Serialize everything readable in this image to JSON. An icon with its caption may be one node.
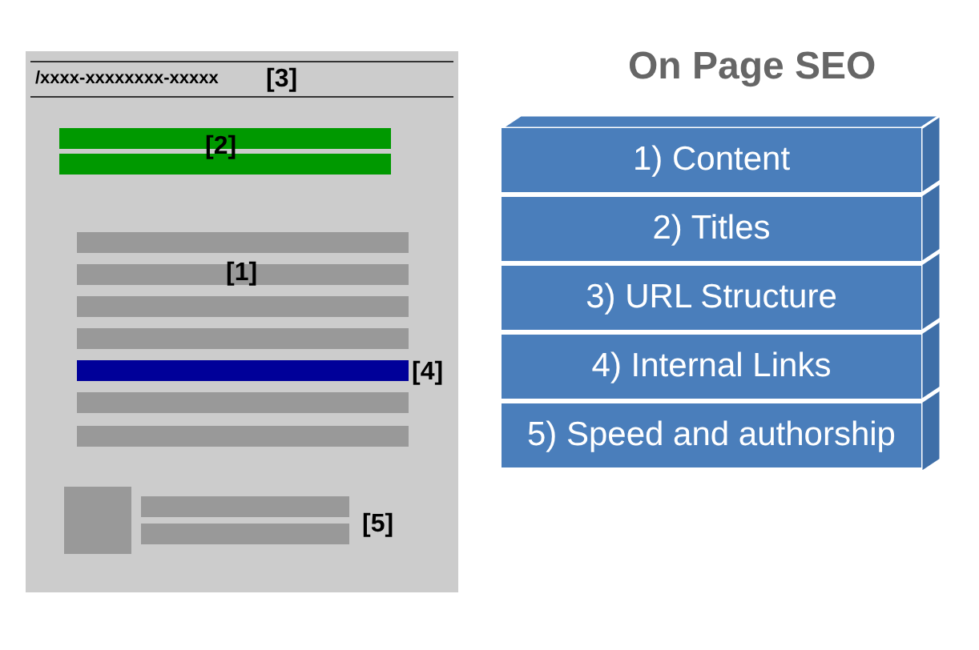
{
  "diagram": {
    "title": "On Page SEO",
    "nodes": [
      {
        "text": [],
        "shape": "box"
      },
      {
        "text": [
          "1) Content"
        ]
      },
      {
        "text": [
          "2) Titles"
        ]
      },
      {
        "text": [
          "3) URL Structure"
        ]
      },
      {
        "text": [
          "4) Internal Links"
        ]
      },
      {
        "text": [
          "5) Speed and authorship"
        ]
      }
    ],
    "labels": [
      "/xxxx-xxxxxxxx-xxxxx",
      "[3]",
      "[2]",
      "[1]",
      "[4]",
      "[5]"
    ]
  }
}
